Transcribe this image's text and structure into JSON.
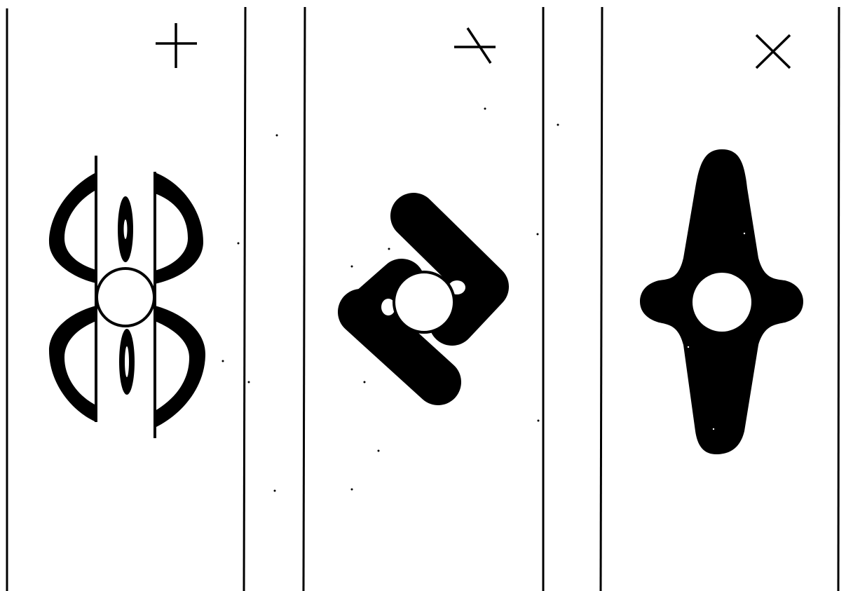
{
  "figure": {
    "panels": [
      {
        "id": "plus",
        "orientation_marker": "+"
      },
      {
        "id": "tilted-plus",
        "orientation_marker": "tilted +"
      },
      {
        "id": "cross",
        "orientation_marker": "×"
      }
    ],
    "colors": {
      "ink": "#000000",
      "paper": "#ffffff"
    }
  }
}
